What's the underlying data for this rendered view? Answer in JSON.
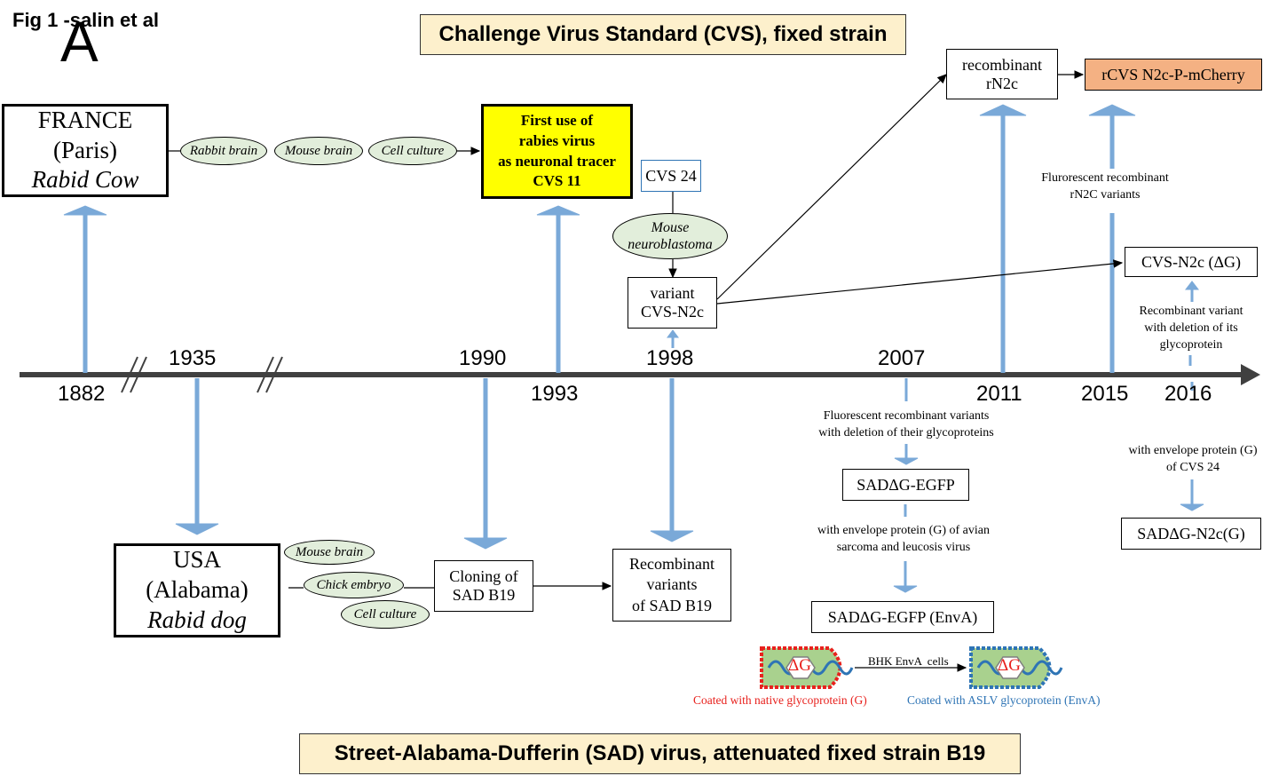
{
  "figure_label": "Fig 1 -salin et al",
  "panel_letter": "A",
  "banners": {
    "top": "Challenge Virus Standard (CVS), fixed strain",
    "bottom": "Street-Alabama-Dufferin (SAD) virus, attenuated fixed strain B19"
  },
  "years": {
    "y1882": "1882",
    "y1935": "1935",
    "y1990": "1990",
    "y1993": "1993",
    "y1998": "1998",
    "y2007": "2007",
    "y2011": "2011",
    "y2015": "2015",
    "y2016": "2016"
  },
  "france": {
    "line1": "FRANCE",
    "line2": "(Paris)",
    "line3": "Rabid Cow"
  },
  "usa": {
    "line1": "USA",
    "line2": "(Alabama)",
    "line3": "Rabid dog"
  },
  "cvs_passages": [
    "Rabbit brain",
    "Mouse brain",
    "Cell culture"
  ],
  "sad_passages": [
    "Mouse brain",
    "Chick embryo",
    "Cell culture"
  ],
  "first_use": {
    "line1": "First use of",
    "line2": "rabies virus",
    "line3": "as neuronal tracer",
    "line4": "CVS 11"
  },
  "cvs24": "CVS 24",
  "mouse_neuro": {
    "line1": "Mouse",
    "line2": "neuroblastoma"
  },
  "variant": {
    "line1": "variant",
    "line2": "CVS-N2c"
  },
  "recombinant_rn2c": {
    "line1": "recombinant",
    "line2": "rN2c"
  },
  "rcvs_mcherry": "rCVS N2c-P-mCherry",
  "fluor_rn2c": {
    "line1": "Flurorescent recombinant",
    "line2": "rN2C variants"
  },
  "cvs_n2c_dg": "CVS-N2c (ΔG)",
  "recomb_variant_note": {
    "line1": "Recombinant variant",
    "line2": "with deletion of its",
    "line3": "glycoprotein"
  },
  "cloning": {
    "line1": "Cloning of",
    "line2": "SAD B19"
  },
  "recomb_variants_sad": {
    "line1": "Recombinant",
    "line2": "variants",
    "line3": "of SAD B19"
  },
  "fluor_2007": {
    "line1": "Fluorescent recombinant variants",
    "line2": "with deletion of their glycoproteins"
  },
  "sad_dg_egfp": "SADΔG-EGFP",
  "envelope_avian": {
    "line1": "with envelope protein (G) of avian",
    "line2": "sarcoma and leucosis virus"
  },
  "sad_dg_egfp_enva": "SADΔG-EGFP (EnvA)",
  "envelope_cvs24": {
    "line1": "with envelope protein (G)",
    "line2": "of CVS 24"
  },
  "sad_dg_n2c": "SADΔG-N2c(G)",
  "virion": {
    "delta_g": "ΔG",
    "bhk_label": "BHK EnvA  cells",
    "native_caption": "Coated with native glycoprotein (G)",
    "aslv_caption": "Coated with ASLV glycoprotein (EnvA)"
  },
  "colors": {
    "blue_arrow": "#7aa9d8",
    "yellow_box": "#ffff00",
    "orange_box": "#f4b183",
    "ellipse_fill": "#e2eedb",
    "banner_fill": "#fdf0cc",
    "red_text": "#e8211d",
    "blue_text": "#2e74b5",
    "timeline": "#404040"
  }
}
